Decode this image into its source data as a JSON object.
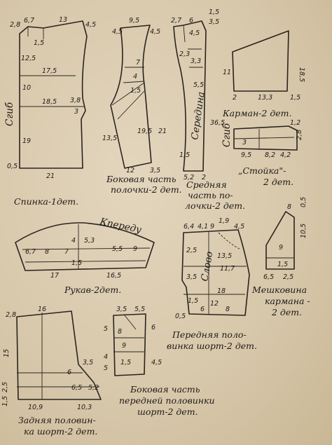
{
  "pieces": {
    "back": {
      "caption": "Спинка-1дет.",
      "fold": "Сгиб",
      "dims": [
        "6,7",
        "13",
        "4,5",
        "2,8",
        "1,5",
        "12,5",
        "17,5",
        "10",
        "18,5",
        "3,8",
        "3",
        "19",
        "0,5",
        "21"
      ]
    },
    "front_side": {
      "caption": [
        "Боковая часть",
        "полочки-2 дет."
      ],
      "dims": [
        "9,5",
        "4,5",
        "4,5",
        "7",
        "4",
        "1,5",
        "13,5",
        "19,5",
        "21",
        "3,5",
        "12"
      ]
    },
    "front_mid": {
      "caption": [
        "Средняя",
        "часть по-",
        "лочки-2 дет."
      ],
      "center": "Середина",
      "dims": [
        "2,7",
        "6",
        "1,5",
        "3,5",
        "4,5",
        "2,3",
        "3,3",
        "5,5",
        "36,5",
        "1,5",
        "5,2",
        "2"
      ]
    },
    "pocket": {
      "caption": "Карман-2 дет.",
      "dims": [
        "11",
        "18,5",
        "2",
        "13,3",
        "1,5"
      ]
    },
    "collar": {
      "caption": [
        "„Стойка\"-",
        "2 дет."
      ],
      "fold": "Сгиб",
      "dims": [
        "3",
        "9,5",
        "8,2",
        "4,2",
        "1,2",
        "2,8"
      ]
    },
    "sleeve": {
      "caption": "Рукав-2дет.",
      "front_label": "Кпереду",
      "dims": [
        "6,7",
        "8",
        "7",
        "4",
        "5,3",
        "5,5",
        "9",
        "17",
        "16,5",
        "1,5"
      ]
    },
    "shorts_front": {
      "caption": [
        "Передняя поло-",
        "винка шорт-2 дет."
      ],
      "grain": "Слово",
      "dims": [
        "6,4",
        "4,1",
        "9",
        "1,9",
        "4,5",
        "2,5",
        "13,5",
        "11,7",
        "3,5",
        "18",
        "1,5",
        "6",
        "8",
        "12",
        "0,5"
      ]
    },
    "pocket_bag": {
      "caption": [
        "Мешковина",
        "кармана -",
        "2 дет."
      ],
      "dims": [
        "8",
        "9",
        "1,5",
        "6,5",
        "2,5",
        "10,5",
        "0,5"
      ]
    },
    "shorts_back": {
      "caption": [
        "Задняя половин-",
        "ка шорт-2 дет."
      ],
      "dims": [
        "2,8",
        "16",
        "15",
        "3,5",
        "6",
        "6,5",
        "5,2",
        "10,9",
        "10,3",
        "2,5",
        "1,5"
      ]
    },
    "shorts_side": {
      "caption": [
        "Боковая часть",
        "передней половинки",
        "шорт-2 дет."
      ],
      "dims": [
        "3,5",
        "5,5",
        "5",
        "8",
        "9",
        "1,5",
        "4",
        "5",
        "6",
        "4,5"
      ]
    }
  }
}
